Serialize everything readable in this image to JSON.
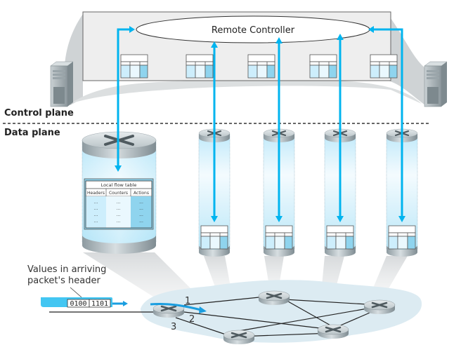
{
  "diagram": {
    "title": "SDN: Remote controller computes and installs flow tables",
    "controller": {
      "label": "Remote Controller"
    },
    "planes": {
      "control": "Control plane",
      "data": "Data plane"
    },
    "flow_table": {
      "title": "Local flow table",
      "columns": [
        "Headers",
        "Counters",
        "Actions"
      ],
      "rows": [
        [
          "...",
          "...",
          "..."
        ],
        [
          "...",
          "...",
          "..."
        ],
        [
          "...",
          "...",
          "..."
        ],
        [
          "...",
          "...",
          "..."
        ]
      ]
    },
    "callout": {
      "line1": "Values in arriving",
      "line2": "packet's header"
    },
    "packet_header": {
      "fields": [
        "0100",
        "1101"
      ]
    },
    "ports": [
      "1",
      "2",
      "3"
    ],
    "controller_tables_count": 5,
    "switch_count": 5,
    "colors": {
      "arrow": "#00b4ef",
      "table_light": "#cdeefc",
      "table_mid": "#eaf8fe",
      "table_dark": "#8fd4ee",
      "network_cloud": "#dcebf2"
    },
    "icons": {
      "server": "server-tower-icon",
      "router": "router-icon"
    }
  }
}
